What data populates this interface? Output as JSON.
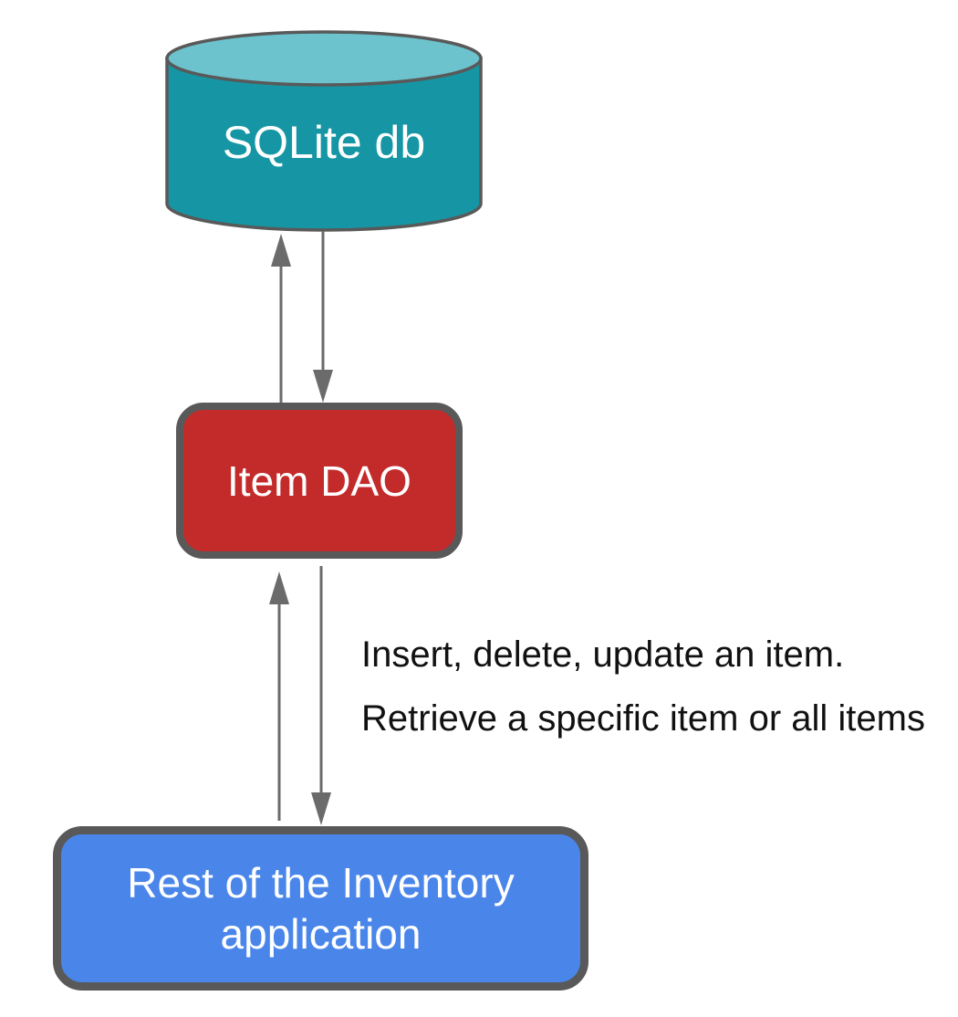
{
  "diagram": {
    "type": "architecture-flow",
    "nodes": {
      "database": {
        "shape": "cylinder",
        "label": "SQLite db",
        "fill": "#1696a4",
        "top_fill": "#6cc3cd",
        "text_color": "#ffffff"
      },
      "dao": {
        "shape": "rounded-rectangle",
        "label": "Item DAO",
        "fill": "#c32b2b",
        "text_color": "#ffffff"
      },
      "app": {
        "shape": "rounded-rectangle",
        "label": "Rest of the Inventory application",
        "fill": "#4a86ea",
        "text_color": "#ffffff"
      }
    },
    "annotation": {
      "line1": "Insert, delete, update an item.",
      "line2": "Retrieve a specific item or all items",
      "text_color": "#111111"
    },
    "edges": [
      {
        "from": "dao",
        "to": "database",
        "style": "arrow-up"
      },
      {
        "from": "database",
        "to": "dao",
        "style": "arrow-down"
      },
      {
        "from": "app",
        "to": "dao",
        "style": "arrow-up"
      },
      {
        "from": "dao",
        "to": "app",
        "style": "arrow-down"
      }
    ],
    "colors": {
      "outline": "#595959",
      "arrow": "#6b6b6b",
      "background": "#ffffff"
    }
  }
}
